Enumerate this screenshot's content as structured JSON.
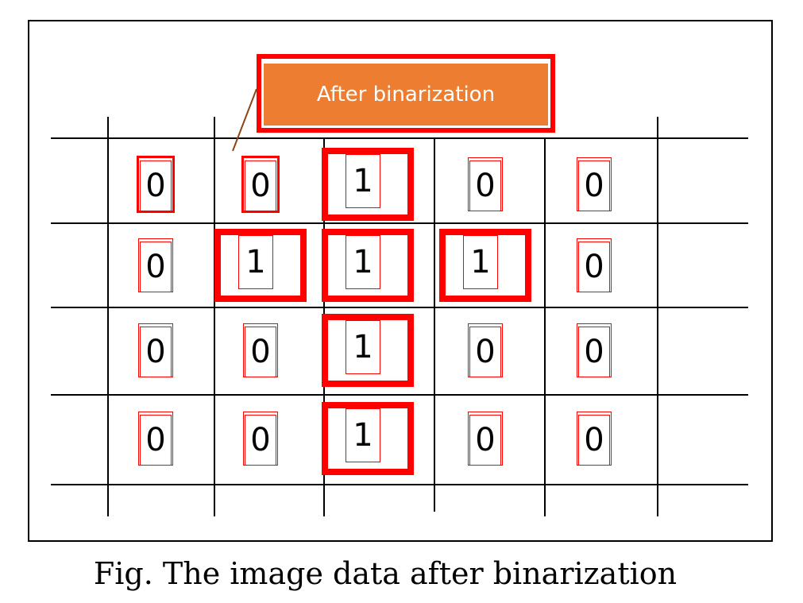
{
  "callout": {
    "label": "After binarization"
  },
  "caption": "Fig. The image data after binarization",
  "grid": [
    [
      "0",
      "0",
      "1",
      "0",
      "0"
    ],
    [
      "0",
      "1",
      "1",
      "1",
      "0"
    ],
    [
      "0",
      "0",
      "1",
      "0",
      "0"
    ],
    [
      "0",
      "0",
      "1",
      "0",
      "0"
    ]
  ],
  "colors": {
    "highlight": "#ff0000",
    "callout_fill": "#ed7d31",
    "callout_text": "#ffffff"
  }
}
